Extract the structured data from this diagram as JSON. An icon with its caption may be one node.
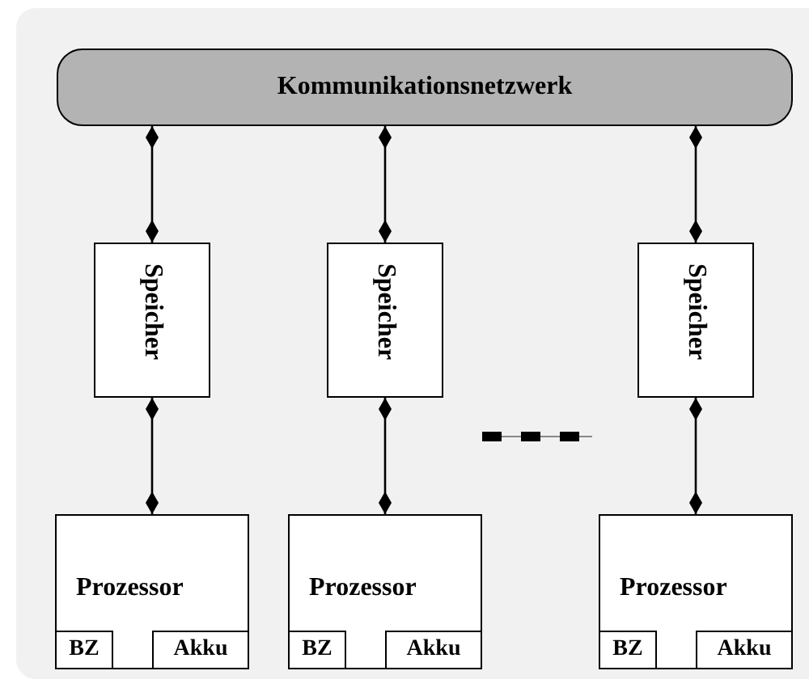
{
  "diagram": {
    "nodes": [
      {
        "text": [
          "Kommunikationsnetzwerk"
        ]
      },
      {
        "text": [
          "Speicher"
        ]
      },
      {
        "text": [
          "Speicher"
        ]
      },
      {
        "text": [
          "Speicher"
        ]
      },
      {
        "text": [
          "Prozessor"
        ]
      },
      {
        "text": [
          "BZ"
        ],
        "in": 4
      },
      {
        "text": [
          "Akku"
        ],
        "in": 4
      },
      {
        "text": [
          "Prozessor"
        ]
      },
      {
        "text": [
          "BZ"
        ],
        "in": 7
      },
      {
        "text": [
          "Akku"
        ],
        "in": 7
      },
      {
        "text": [
          "Prozessor"
        ]
      },
      {
        "text": [
          "BZ"
        ],
        "in": 10
      },
      {
        "text": [
          "Akku"
        ],
        "in": 10
      }
    ],
    "edges": [
      {
        "from": 0,
        "to": 1,
        "arrow": "other"
      },
      {
        "from": 0,
        "to": 2,
        "arrow": "other"
      },
      {
        "from": 0,
        "to": 3,
        "arrow": "other"
      },
      {
        "from": 1,
        "to": 4,
        "arrow": "other"
      },
      {
        "from": 2,
        "to": 7,
        "arrow": "other"
      },
      {
        "from": 3,
        "to": 10,
        "arrow": "other"
      }
    ]
  }
}
